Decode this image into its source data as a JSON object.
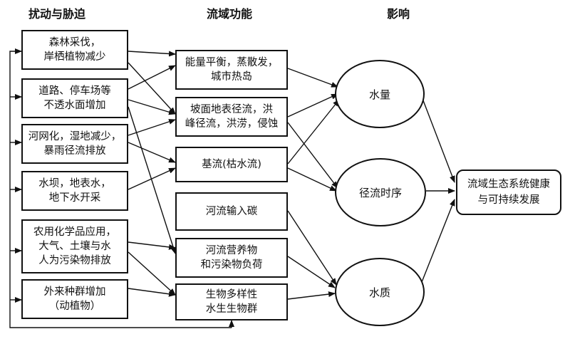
{
  "headers": {
    "col1": "扰动与胁迫",
    "col2": "流域功能",
    "col3": "影响"
  },
  "drivers": [
    "森林采伐，\n岸栖植物减少",
    "道路、停车场等\n不透水面增加",
    "河网化，湿地减少，\n暴雨径流排放",
    "水坝，地表水，\n地下水开采",
    "农用化学品应用，\n大气、土壤与水\n人为污染物排放",
    "外来种群增加\n（动植物）"
  ],
  "functions": [
    "能量平衡，蒸散发，\n城市热岛",
    "坡面地表径流，洪\n峰径流，洪涝，侵蚀",
    "基流(枯水流)",
    "河流输入碳",
    "河流营养物\n和污染物负荷",
    "生物多样性\n水生生物群"
  ],
  "impacts": [
    "水量",
    "径流时序",
    "水质"
  ],
  "outcome": "流域生态系统健康\n与可持续发展"
}
